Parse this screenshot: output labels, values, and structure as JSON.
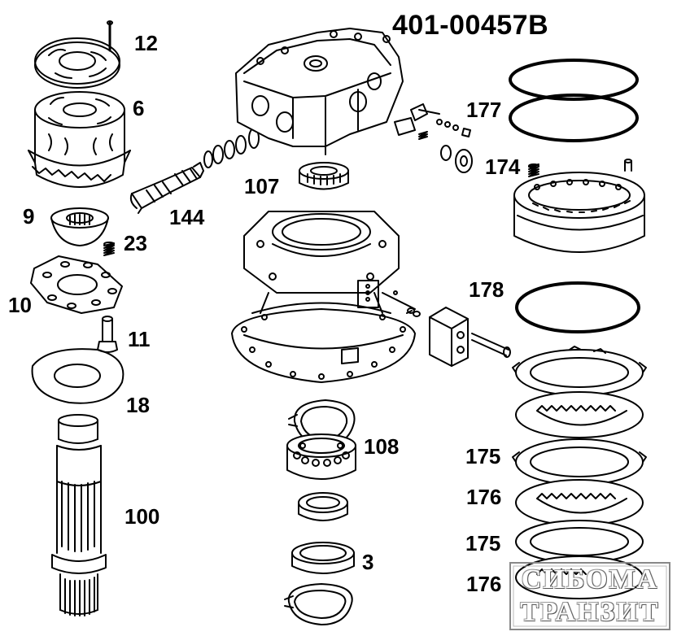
{
  "title": "401-00457B",
  "part_labels": {
    "p12": "12",
    "p6": "6",
    "p9": "9",
    "p23": "23",
    "p10": "10",
    "p11": "11",
    "p18": "18",
    "p100": "100",
    "p144": "144",
    "p107": "107",
    "p108": "108",
    "p3": "3",
    "p177": "177",
    "p174": "174",
    "p178": "178",
    "p175a": "175",
    "p176a": "176",
    "p175b": "175",
    "p176b": "176"
  },
  "watermark": {
    "line1": "СИБОМА",
    "line2": "ТРАНЗИТ"
  }
}
